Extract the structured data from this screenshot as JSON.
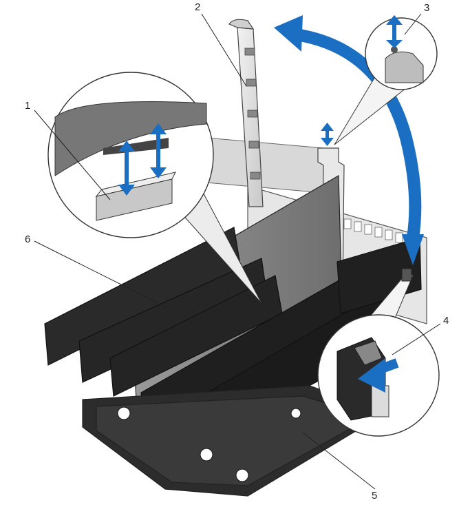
{
  "callouts": {
    "c1": "1",
    "c2": "2",
    "c3": "3",
    "c4": "4",
    "c5": "5",
    "c6": "6"
  },
  "colors": {
    "arrow_blue": "#1b6fc2",
    "card_dark": "#1e1e1e",
    "card_gray": "#8a8a8a",
    "line": "#222222"
  },
  "icons": [
    "rotation-arrow-icon",
    "double-arrow-icon",
    "push-arrow-icon"
  ]
}
